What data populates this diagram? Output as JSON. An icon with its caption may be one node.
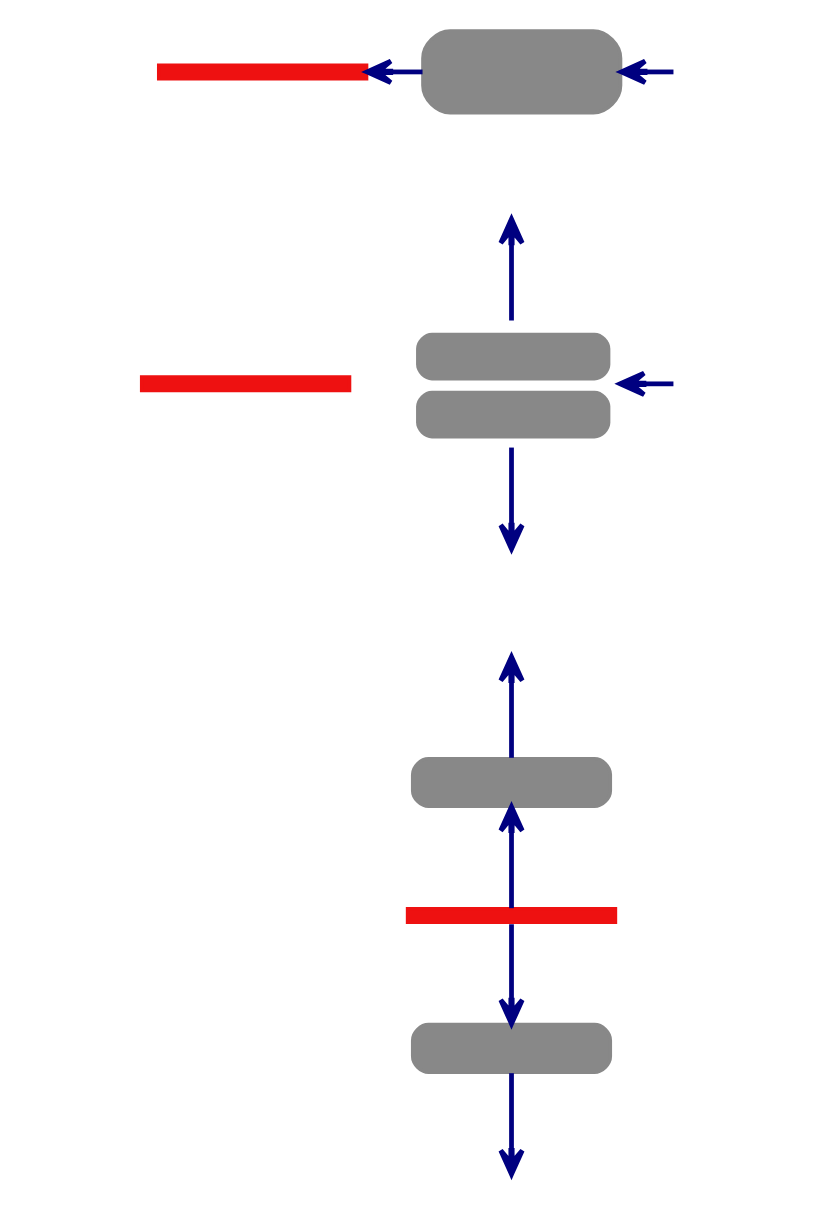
{
  "diagram": {
    "nodes": [
      {
        "text": [],
        "shape": "box"
      },
      {
        "text": [],
        "shape": "bar"
      },
      {
        "text": [],
        "shape": "box"
      },
      {
        "text": [],
        "shape": "bar"
      },
      {
        "text": [],
        "shape": "box"
      },
      {
        "text": [],
        "shape": "bar"
      },
      {
        "text": [],
        "shape": "box"
      }
    ],
    "edges": [
      {
        "from": null,
        "to": 0,
        "arrow": "to"
      },
      {
        "from": 0,
        "to": 1,
        "arrow": "to"
      },
      {
        "from": 2,
        "to": null,
        "arrow": "to"
      },
      {
        "from": 2,
        "to": null,
        "arrow": "to"
      },
      {
        "from": null,
        "to": 2,
        "arrow": "to"
      },
      {
        "from": 4,
        "to": null,
        "arrow": "to"
      },
      {
        "from": 5,
        "to": 4,
        "arrow": "to"
      },
      {
        "from": 5,
        "to": 6,
        "arrow": "to"
      },
      {
        "from": 6,
        "to": null,
        "arrow": "to"
      }
    ]
  }
}
